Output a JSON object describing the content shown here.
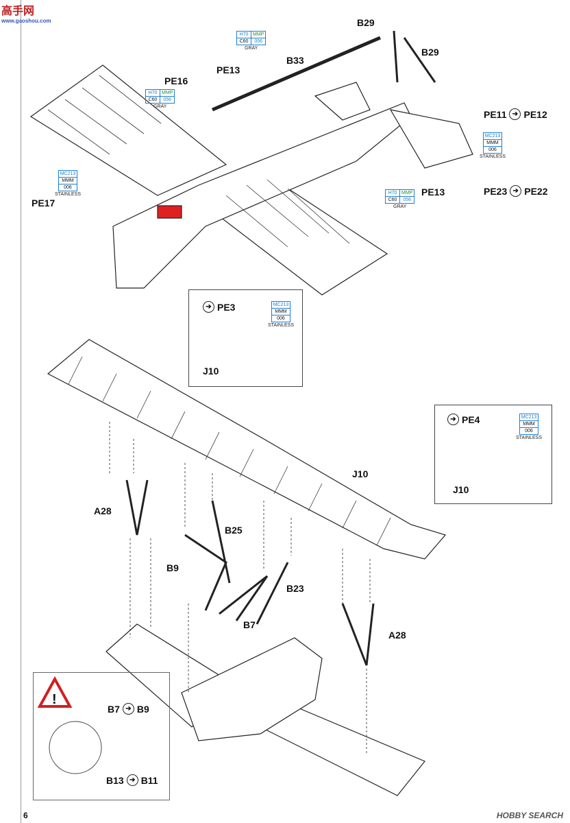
{
  "header": {
    "logo_text": "高手网",
    "logo_sub": "www.gaoshou.com"
  },
  "callouts": {
    "b29_top": "B29",
    "b29_right": "B29",
    "b33": "B33",
    "pe13_top": "PE13",
    "pe16": "PE16",
    "pe17": "PE17",
    "pe13_bottom": "PE13",
    "pe11": "PE11",
    "pe12": "PE12",
    "pe23": "PE23",
    "pe22": "PE22",
    "pe3": "PE3",
    "j10_a": "J10",
    "pe4": "PE4",
    "j10_b": "J10",
    "j10_wing": "J10",
    "a28_left": "A28",
    "b25": "B25",
    "b9": "B9",
    "b23": "B23",
    "b7": "B7",
    "a28_right": "A28",
    "warn_b7": "B7",
    "warn_b9": "B9",
    "warn_b13": "B13",
    "warn_b11": "B11"
  },
  "paint_codes": {
    "gray": {
      "r1": [
        "H70",
        "MMP"
      ],
      "r2": [
        "C60",
        "056"
      ],
      "label": "GRAY"
    },
    "stainless": {
      "r1": [
        "MC213"
      ],
      "r2": [
        "MMM"
      ],
      "r3": [
        "006"
      ],
      "label": "STAINLESS"
    }
  },
  "footer": {
    "page_number": "6",
    "watermark": "HOBBY SEARCH"
  },
  "colors": {
    "highlight_red": "#e02020",
    "paint_blue": "#1a7fd0",
    "paint_green": "#28903a"
  }
}
